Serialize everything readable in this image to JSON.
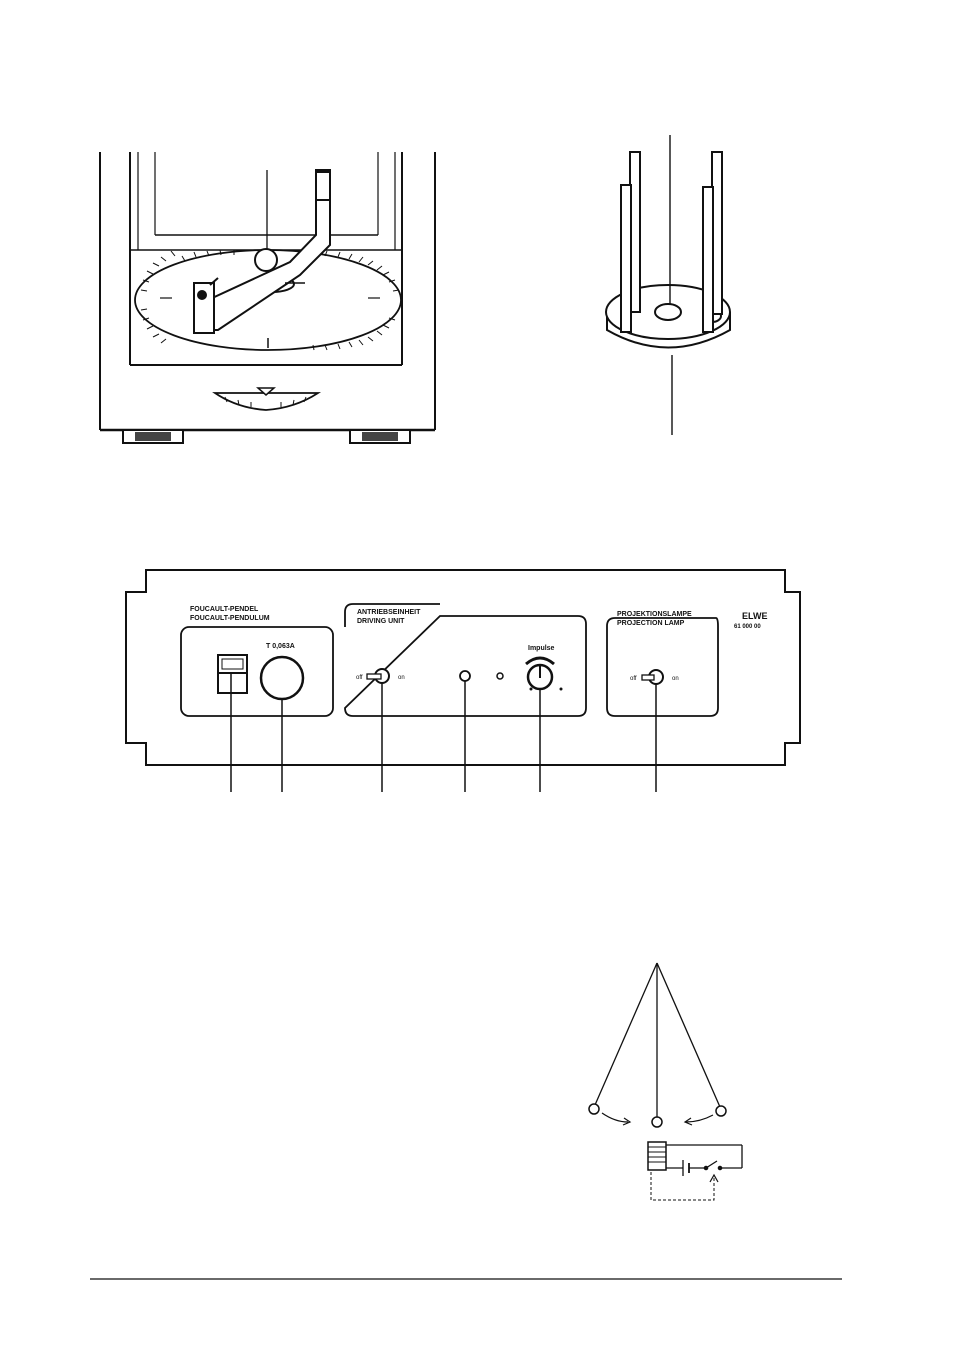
{
  "panel": {
    "section_foucault_de": "FOUCAULT-PENDEL",
    "section_foucault_en": "FOUCAULT-PENDULUM",
    "fuse_label": "T 0,063A",
    "section_drive_de": "ANTRIEBSEINHEIT",
    "section_drive_en": "DRIVING UNIT",
    "drive_switch_off": "off",
    "drive_switch_on": "on",
    "impulse_label": "Impulse",
    "section_lamp_de": "PROJEKTIONSLAMPE",
    "section_lamp_en": "PROJECTION LAMP",
    "lamp_switch_off": "off",
    "lamp_switch_on": "on",
    "brand": "ELWE",
    "catalog_no": "61 000 00"
  }
}
